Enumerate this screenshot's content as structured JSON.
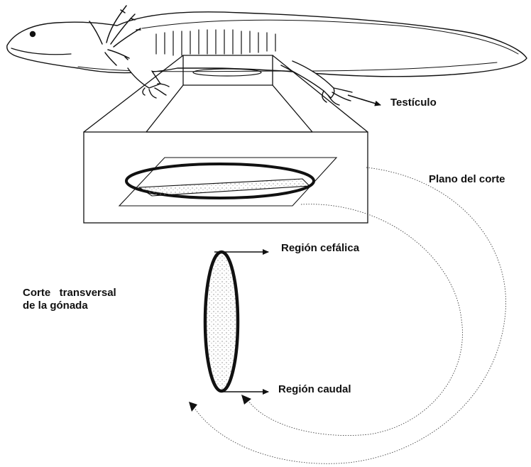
{
  "labels": {
    "testis": "Testículo",
    "cut_plane": "Plano del corte",
    "cephalic_region": "Región cefálica",
    "caudal_region": "Región caudal",
    "cross_section_line1": "Corte   transversal",
    "cross_section_line2": "de la gónada"
  },
  "colors": {
    "ink": "#111111",
    "fill": "#ffffff",
    "stipple": "#9a9a9a"
  },
  "icons": [
    "axolotl-illustration",
    "section-box",
    "gonad-ellipse",
    "cut-plane-sheet",
    "curved-arrow"
  ]
}
